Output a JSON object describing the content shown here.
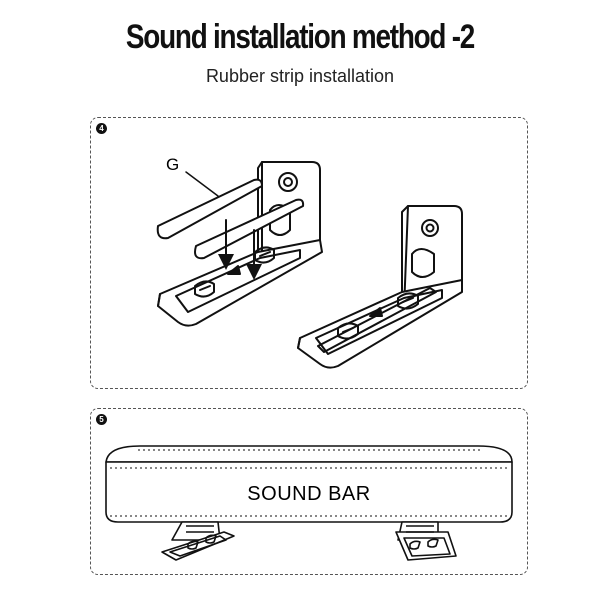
{
  "header": {
    "title": "Sound installation method -2",
    "subtitle": "Rubber strip installation"
  },
  "steps": [
    {
      "number": "4",
      "callout_label": "G"
    },
    {
      "number": "5",
      "device_label": "SOUND BAR"
    }
  ]
}
